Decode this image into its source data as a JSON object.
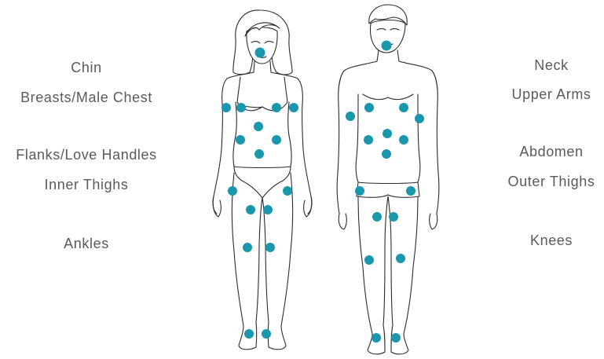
{
  "labels": {
    "left": [
      "Chin",
      "Breasts/Male Chest",
      "Flanks/Love Handles",
      "Inner Thighs",
      "Ankles"
    ],
    "right": [
      "Neck",
      "Upper Arms",
      "Abdomen",
      "Outer Thighs",
      "Knees"
    ]
  },
  "figures": {
    "female": "female-figure",
    "male": "male-figure"
  },
  "colors": {
    "marker": "#1a97ad",
    "outline": "#2b2b2b",
    "text": "#5a5a5a"
  }
}
